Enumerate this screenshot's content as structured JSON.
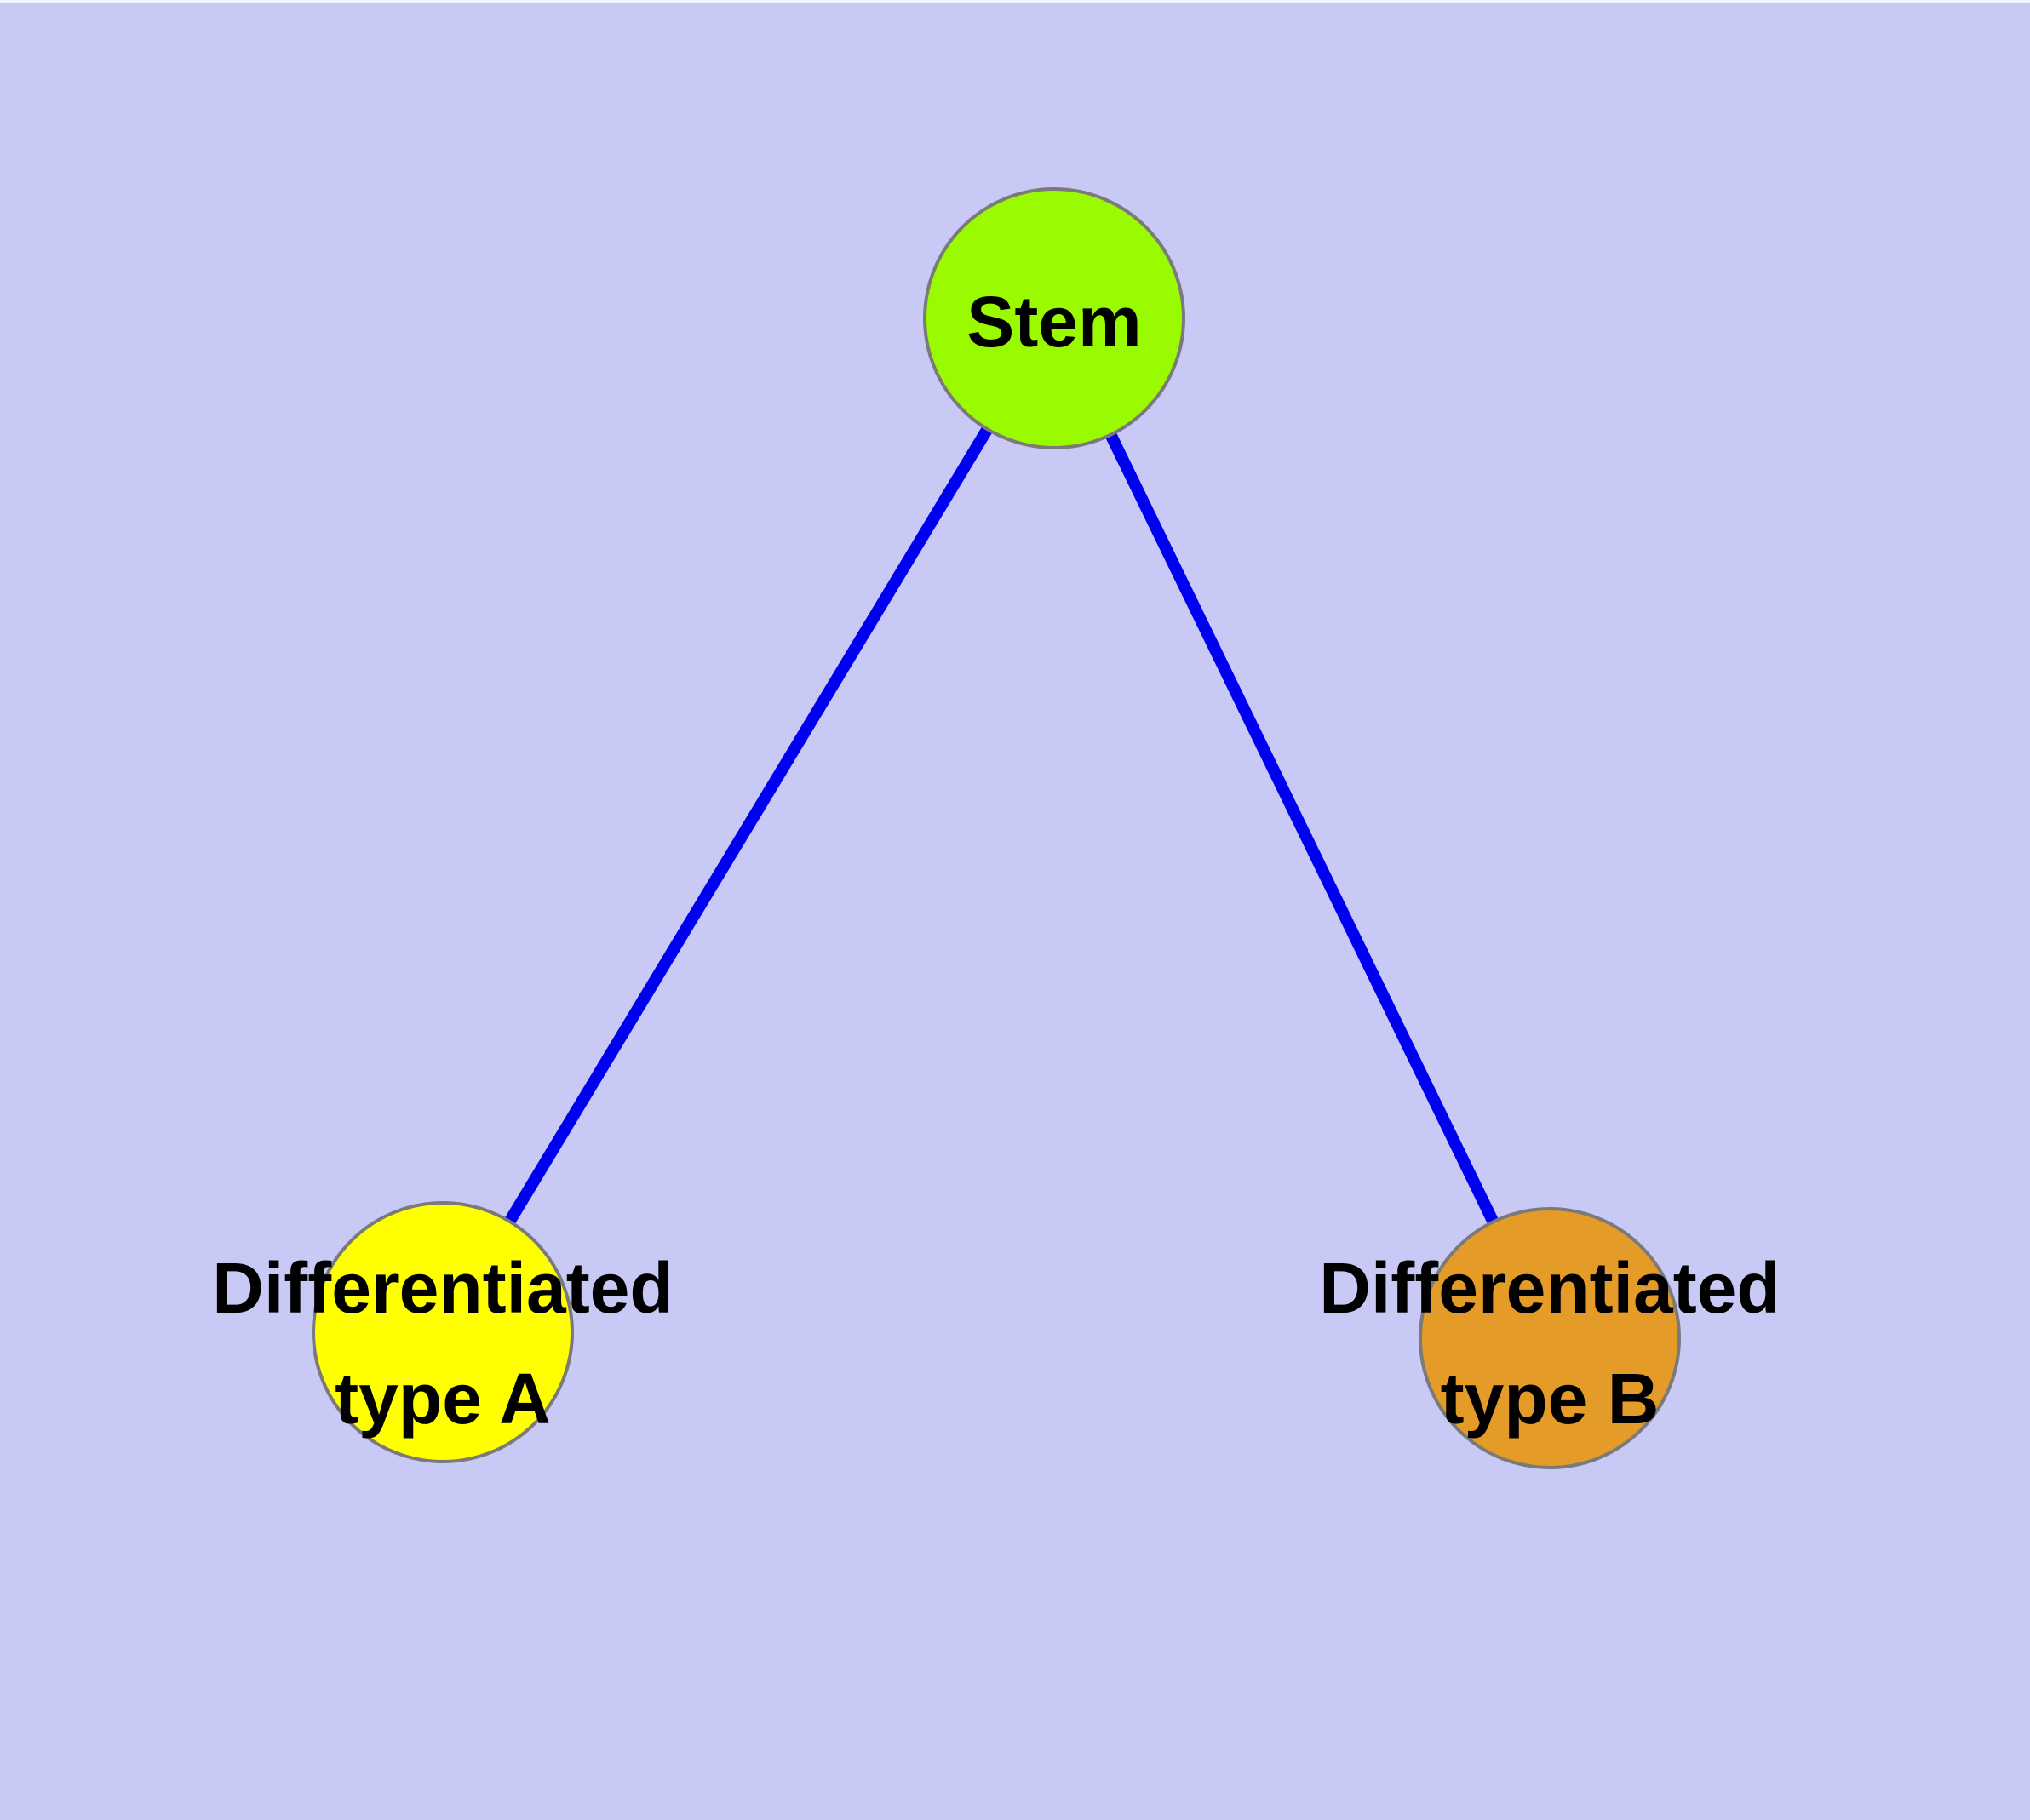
{
  "diagram": {
    "background_color": "#c9c9f6",
    "edge_color": "#0000f0",
    "node_border_color": "#7a7a7a",
    "label_color": "#000000",
    "nodes": {
      "stem": {
        "label": "Stem",
        "fill_color": "#9afa00"
      },
      "type_a": {
        "label_line1": "Differentiated",
        "label_line2": "type A",
        "fill_color": "#ffff00"
      },
      "type_b": {
        "label_line1": "Differentiated",
        "label_line2": "type B",
        "fill_color": "#e49b27"
      }
    },
    "edges": [
      {
        "from": "Stem",
        "to": "Differentiated type A"
      },
      {
        "from": "Stem",
        "to": "Differentiated type B"
      }
    ]
  }
}
